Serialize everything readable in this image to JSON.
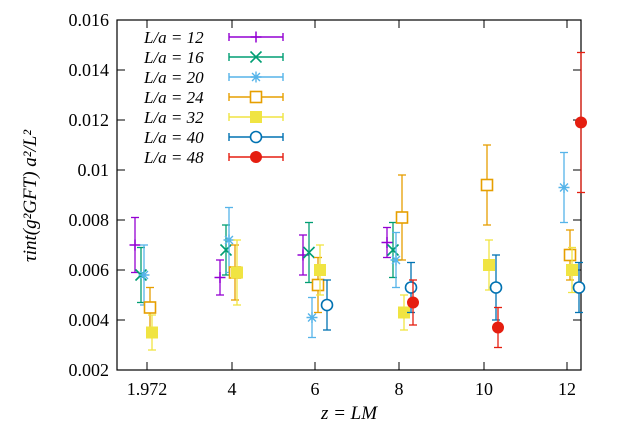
{
  "chart_data": {
    "type": "scatter",
    "title": "",
    "xlabel": "z = LM",
    "ylabel": "τint(g²GFT) a²/L²",
    "xlim": [
      1.5,
      12.5
    ],
    "ylim": [
      0.002,
      0.016
    ],
    "xticks": [
      1.972,
      4,
      6,
      8,
      10,
      12
    ],
    "xtick_labels": [
      "1.972",
      "4",
      "6",
      "8",
      "10",
      "12"
    ],
    "yticks": [
      0.002,
      0.004,
      0.006,
      0.008,
      0.01,
      0.012,
      0.014,
      0.016
    ],
    "ytick_labels": [
      "0.002",
      "0.004",
      "0.006",
      "0.008",
      "0.01",
      "0.012",
      "0.014",
      "0.016"
    ],
    "legend_position": "top-left",
    "grid": false,
    "series": [
      {
        "name": "L/a = 12",
        "color": "#9400d3",
        "marker": "plus",
        "points": [
          {
            "x": 1.972,
            "y": 0.007,
            "err": 0.0011
          },
          {
            "x": 4,
            "y": 0.0057,
            "err": 0.0007
          },
          {
            "x": 6,
            "y": 0.0066,
            "err": 0.0008
          },
          {
            "x": 8,
            "y": 0.0071,
            "err": 0.0006
          }
        ]
      },
      {
        "name": "L/a = 16",
        "color": "#009e73",
        "marker": "cross",
        "points": [
          {
            "x": 1.972,
            "y": 0.0058,
            "err": 0.0011
          },
          {
            "x": 4,
            "y": 0.0068,
            "err": 0.001
          },
          {
            "x": 6,
            "y": 0.0067,
            "err": 0.0012
          },
          {
            "x": 8,
            "y": 0.0068,
            "err": 0.0011
          }
        ]
      },
      {
        "name": "L/a = 20",
        "color": "#56b4e9",
        "marker": "star",
        "points": [
          {
            "x": 1.972,
            "y": 0.0058,
            "err": 0.0012
          },
          {
            "x": 4,
            "y": 0.0072,
            "err": 0.0013
          },
          {
            "x": 6,
            "y": 0.0041,
            "err": 0.0008
          },
          {
            "x": 8,
            "y": 0.0064,
            "err": 0.0011
          },
          {
            "x": 12,
            "y": 0.0093,
            "err": 0.0014
          }
        ]
      },
      {
        "name": "L/a = 24",
        "color": "#e69f00",
        "marker": "open-square",
        "points": [
          {
            "x": 1.972,
            "y": 0.0045,
            "err": 0.0008
          },
          {
            "x": 4,
            "y": 0.0059,
            "err": 0.0011
          },
          {
            "x": 6,
            "y": 0.0054,
            "err": 0.0011
          },
          {
            "x": 8,
            "y": 0.0081,
            "err": 0.0017
          },
          {
            "x": 10,
            "y": 0.0094,
            "err": 0.0016
          },
          {
            "x": 12,
            "y": 0.0066,
            "err": 0.001
          }
        ]
      },
      {
        "name": "L/a = 32",
        "color": "#f0e442",
        "marker": "filled-square",
        "points": [
          {
            "x": 1.972,
            "y": 0.0035,
            "err": 0.0007
          },
          {
            "x": 4,
            "y": 0.0059,
            "err": 0.0013
          },
          {
            "x": 6,
            "y": 0.006,
            "err": 0.001
          },
          {
            "x": 8,
            "y": 0.0043,
            "err": 0.0007
          },
          {
            "x": 10,
            "y": 0.0062,
            "err": 0.001
          },
          {
            "x": 12,
            "y": 0.006,
            "err": 0.0009
          }
        ]
      },
      {
        "name": "L/a = 40",
        "color": "#0072b2",
        "marker": "open-circle",
        "points": [
          {
            "x": 6,
            "y": 0.0046,
            "err": 0.001
          },
          {
            "x": 8,
            "y": 0.0053,
            "err": 0.001
          },
          {
            "x": 10,
            "y": 0.0053,
            "err": 0.0013
          },
          {
            "x": 12,
            "y": 0.0053,
            "err": 0.001
          }
        ]
      },
      {
        "name": "L/a = 48",
        "color": "#e51e10",
        "marker": "filled-circle",
        "points": [
          {
            "x": 8,
            "y": 0.0047,
            "err": 0.0009
          },
          {
            "x": 10,
            "y": 0.0037,
            "err": 0.0008
          },
          {
            "x": 12,
            "y": 0.0119,
            "err": 0.0028
          }
        ]
      }
    ]
  }
}
